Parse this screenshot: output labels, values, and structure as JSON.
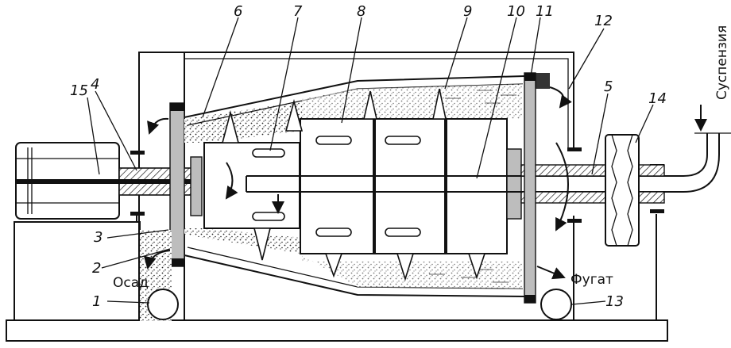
{
  "labels": {
    "n1": "1",
    "n2": "2",
    "n3": "3",
    "n4": "4",
    "n5": "5",
    "n6": "6",
    "n7": "7",
    "n8": "8",
    "n9": "9",
    "n10": "10",
    "n11": "11",
    "n12": "12",
    "n13": "13",
    "n14": "14",
    "n15": "15"
  },
  "flows": {
    "sediment": "Осад",
    "centrate": "Фугат",
    "suspension": "Суспензия"
  }
}
